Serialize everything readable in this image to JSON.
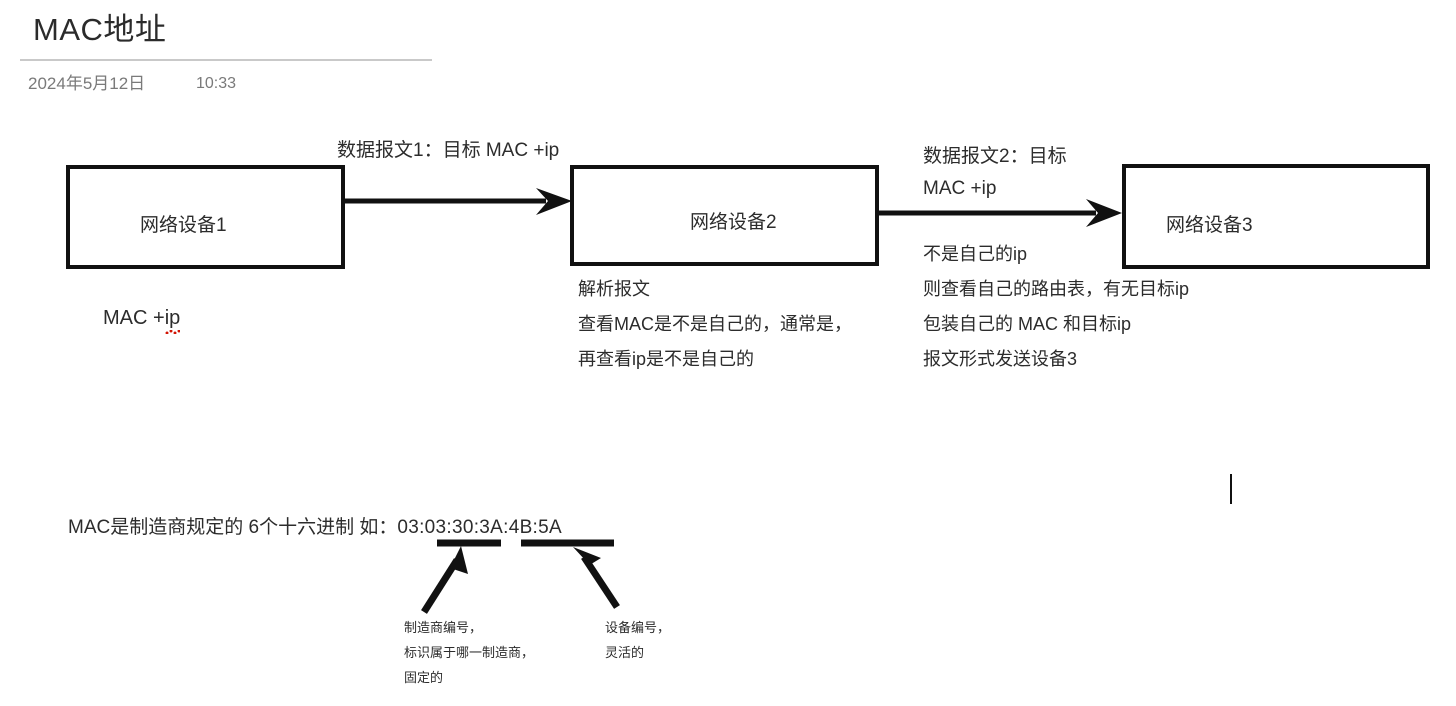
{
  "header": {
    "title": "MAC地址",
    "date": "2024年5月12日",
    "time": "10:33"
  },
  "diagram": {
    "boxes": [
      {
        "id": "box-1",
        "label": "网络设备1"
      },
      {
        "id": "box-2",
        "label": "网络设备2"
      },
      {
        "id": "box-3",
        "label": "网络设备3"
      }
    ],
    "arrow_labels": {
      "packet_1": "数据报文1：目标 MAC +ip",
      "packet_2": "数据报文2：目标\nMAC +ip"
    },
    "annotations": {
      "device1_caption_prefix": "MAC +",
      "device1_caption_misspelled": "ip",
      "device2_notes": "解析报文\n查看MAC是不是自己的，通常是，\n再查看ip是不是自己的",
      "device3_notes": "不是自己的ip\n则查看自己的路由表，有无目标ip\n包装自己的 MAC 和目标ip\n报文形式发送设备3"
    }
  },
  "mac_explanation": {
    "prefix": "MAC是制造商规定的 6个十六进制  如：",
    "mac_address": "03:03:30:3A:4B:5A",
    "oui_part": "03:03:30",
    "nic_part": "3A:4B:5A",
    "vendor_annotation": "制造商编号，\n标识属于哪一制造商，\n固定的",
    "device_annotation": "设备编号，\n灵活的"
  },
  "colors": {
    "ink": "#111111",
    "text": "#2c2c2c",
    "muted": "#7a7a7a",
    "rule": "#c9c9c9",
    "spellcheck": "#d21404",
    "background": "#ffffff"
  }
}
